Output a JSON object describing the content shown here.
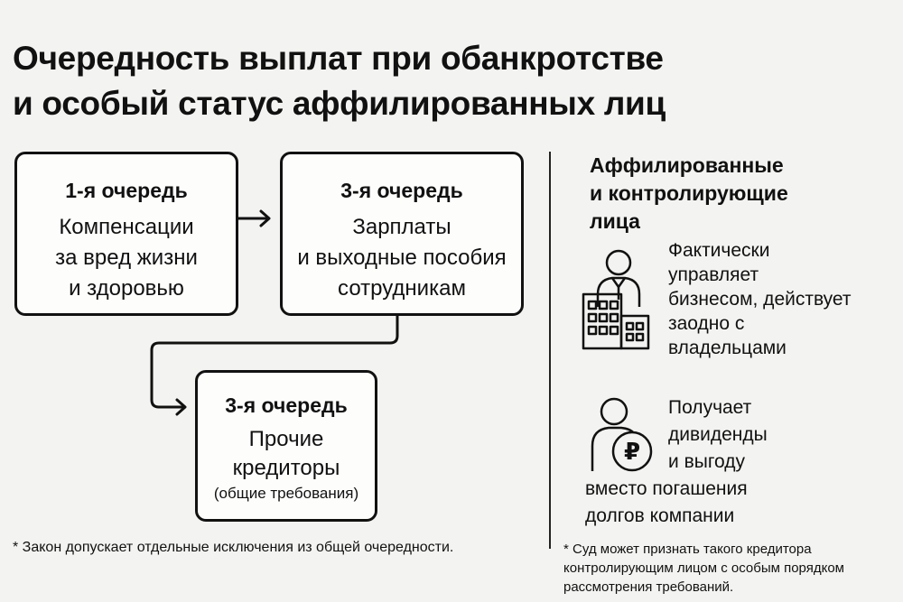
{
  "title": {
    "line1": "Очередность выплат при обанкротстве",
    "line2": "и особый статус аффилированных лиц"
  },
  "queues": [
    {
      "heading": "1-я очередь",
      "lines": [
        "Компенсации",
        "за вред жизни",
        "и здоровью"
      ]
    },
    {
      "heading": "3-я очередь",
      "lines": [
        "Зарплаты",
        "и выходные пособия",
        "сотрудникам"
      ]
    },
    {
      "heading": "3-я очередь",
      "lines": [
        "Прочие",
        "кредиторы"
      ],
      "note": "(общие требования)"
    }
  ],
  "footnote_left": "* Закон допускает отдельные исключения из общей очередности.",
  "affiliated": {
    "title_lines": [
      "Аффилированные",
      "и контролирующие",
      "лица"
    ],
    "item1_lines": [
      "Фактически",
      "управляет",
      "бизнесом, действует",
      "заодно с",
      "владельцами"
    ],
    "item2_lines": [
      "Получает",
      "дивиденды",
      "и выгоду"
    ],
    "item2_continuation": [
      "вместо погашения",
      "долгов компании"
    ],
    "item1_icon": "person-with-building-icon",
    "item2_icon": "person-with-ruble-coin-icon",
    "currency_symbol": "₽"
  },
  "footnote_right": {
    "lines": [
      "* Суд может признать такого кредитора",
      "контролирующим лицом с особым порядком",
      "рассмотрения требований."
    ]
  }
}
